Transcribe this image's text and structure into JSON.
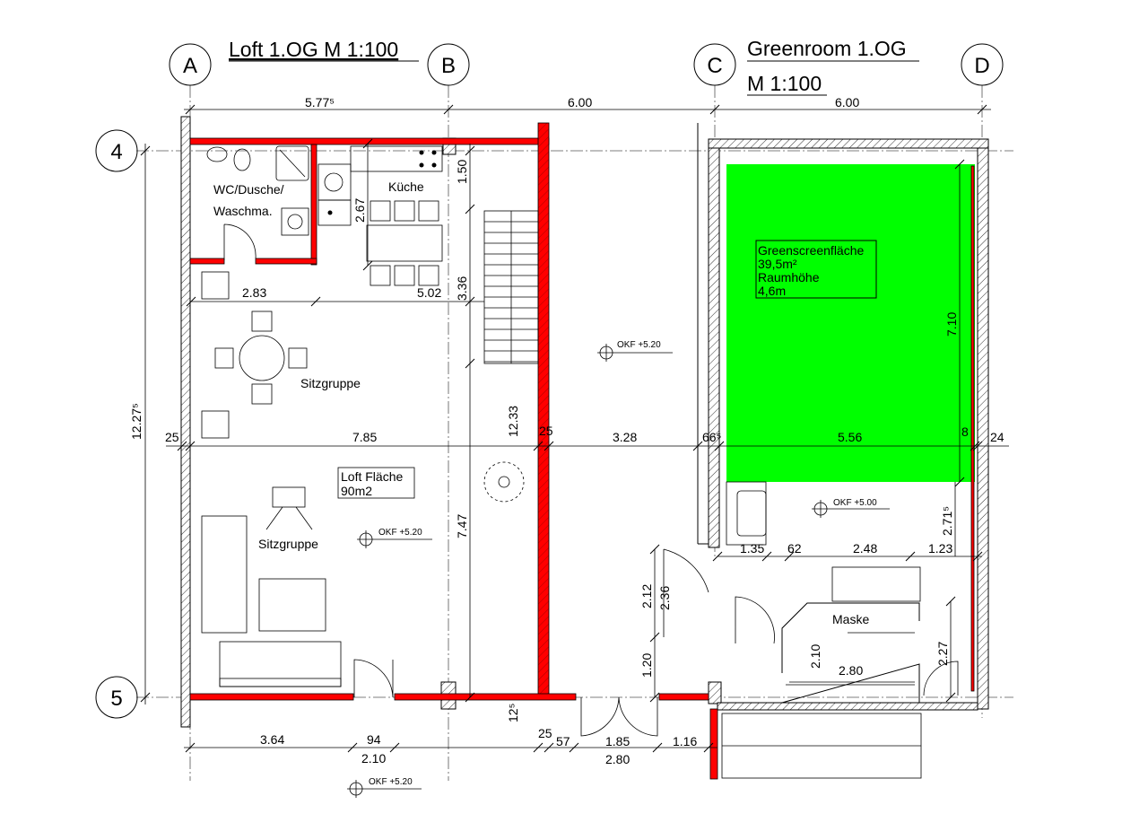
{
  "titles": {
    "loft": "Loft 1.OG  M 1:100",
    "greenroom_line1": "Greenroom 1.OG",
    "greenroom_line2": "M 1:100"
  },
  "grid_axes": {
    "A": "A",
    "B": "B",
    "C": "C",
    "D": "D",
    "row4": "4",
    "row5": "5"
  },
  "rooms": {
    "wc_line1": "WC/Dusche/",
    "wc_line2": "Waschma.",
    "kitchen": "Küche",
    "sitzgruppe_top": "Sitzgruppe",
    "sitzgruppe_bottom": "Sitzgruppe",
    "loft_area_line1": "Loft Fläche",
    "loft_area_line2": "90m2",
    "greenscreen_line1": "Greenscreenfläche",
    "greenscreen_line2": "39,5m²",
    "greenscreen_line3": "Raumhöhe",
    "greenscreen_line4": "4,6m",
    "maske": "Maske"
  },
  "levels": {
    "okf_loft_center": "OKF +5.20",
    "okf_loft_left": "OKF +5.20",
    "okf_green": "OKF +5.00",
    "okf_bottom": "OKF +5.20"
  },
  "dimensions": {
    "top_ab": "5.77⁵",
    "top_bc": "6.00",
    "top_cd": "6.00",
    "left_total": "12.27⁵",
    "kitchen_150": "1.50",
    "kitchen_267": "2.67",
    "d_336": "3.36",
    "d_283": "2.83",
    "d_502": "5.02",
    "d_1233": "12.33",
    "d_747": "7.47",
    "mid_25a": "25",
    "mid_785": "7.85",
    "mid_25b": "25",
    "mid_328": "3.28",
    "mid_665": "66⁵",
    "mid_556": "5.56",
    "mid_8": "8",
    "mid_24": "24",
    "green_710": "7.10",
    "green_2715": "2.71⁵",
    "g_135": "1.35",
    "g_62": "62",
    "g_248": "2.48",
    "g_123": "1.23",
    "d_212": "2.12",
    "d_236": "2.36",
    "d_120": "1.20",
    "d_125": "12⁵",
    "maske_210": "2.10",
    "maske_280": "2.80",
    "d_227": "2.27",
    "b_364": "3.64",
    "b_94": "94",
    "b_210": "2.10",
    "b_25": "25",
    "b_57": "57",
    "b_185": "1.85",
    "b_280": "2.80",
    "b_116": "1.16"
  },
  "colors": {
    "wall_new": "#ff0000",
    "greenscreen": "#00ff00"
  }
}
